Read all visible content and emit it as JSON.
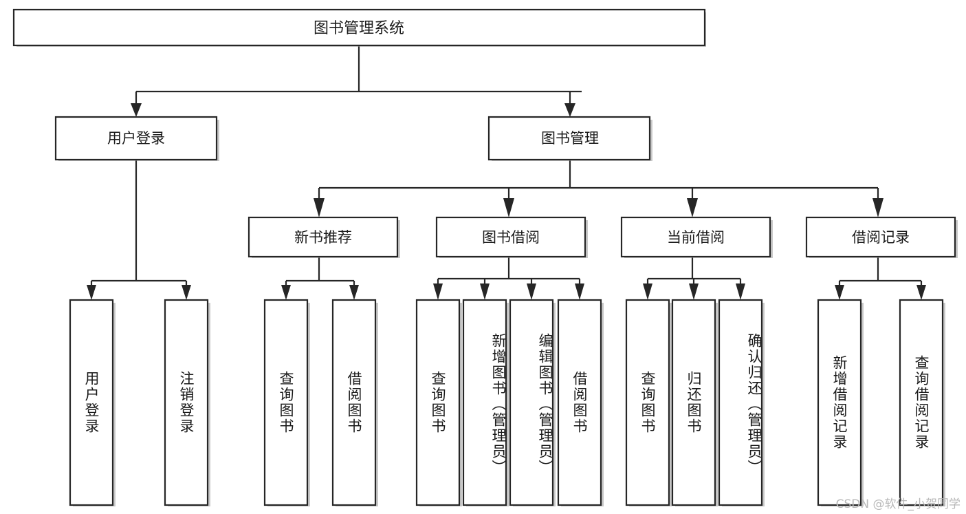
{
  "diagram": {
    "type": "tree-hierarchy",
    "title": "图书管理系统",
    "watermark": "CSDN @软件_小贺同学",
    "colors": {
      "box_stroke": "#262626",
      "box_fill": "#ffffff",
      "text": "#1a1a1a",
      "connector": "#262626",
      "watermark": "#b8b8b8",
      "background": "#ffffff"
    },
    "root": {
      "id": "root",
      "label": "图书管理系统"
    },
    "level2": [
      {
        "id": "n-user-login",
        "label": "用户登录"
      },
      {
        "id": "n-book-mgmt",
        "label": "图书管理"
      }
    ],
    "level3": [
      {
        "id": "n-new-book-rec",
        "label": "新书推荐",
        "parent": "n-book-mgmt"
      },
      {
        "id": "n-book-borrow",
        "label": "图书借阅",
        "parent": "n-book-mgmt"
      },
      {
        "id": "n-current-borrow",
        "label": "当前借阅",
        "parent": "n-book-mgmt"
      },
      {
        "id": "n-borrow-record",
        "label": "借阅记录",
        "parent": "n-book-mgmt"
      }
    ],
    "leaves": [
      {
        "id": "l-user-login",
        "label": "用户登录",
        "parent": "n-user-login"
      },
      {
        "id": "l-logout-login",
        "label": "注销登录",
        "parent": "n-user-login"
      },
      {
        "id": "l-query-book-1",
        "label": "查询图书",
        "parent": "n-new-book-rec"
      },
      {
        "id": "l-borrow-book-1",
        "label": "借阅图书",
        "parent": "n-new-book-rec"
      },
      {
        "id": "l-query-book-2",
        "label": "查询图书",
        "parent": "n-book-borrow"
      },
      {
        "id": "l-add-book",
        "label": "新增图书（管理员）",
        "parent": "n-book-borrow"
      },
      {
        "id": "l-edit-book",
        "label": "编辑图书（管理员）",
        "parent": "n-book-borrow"
      },
      {
        "id": "l-borrow-book-2",
        "label": "借阅图书",
        "parent": "n-book-borrow"
      },
      {
        "id": "l-query-book-3",
        "label": "查询图书",
        "parent": "n-current-borrow"
      },
      {
        "id": "l-return-book",
        "label": "归还图书",
        "parent": "n-current-borrow"
      },
      {
        "id": "l-confirm-return",
        "label": "确认归还（管理员）",
        "parent": "n-current-borrow"
      },
      {
        "id": "l-add-record",
        "label": "新增借阅记录",
        "parent": "n-borrow-record"
      },
      {
        "id": "l-query-record",
        "label": "查询借阅记录",
        "parent": "n-borrow-record"
      }
    ]
  }
}
